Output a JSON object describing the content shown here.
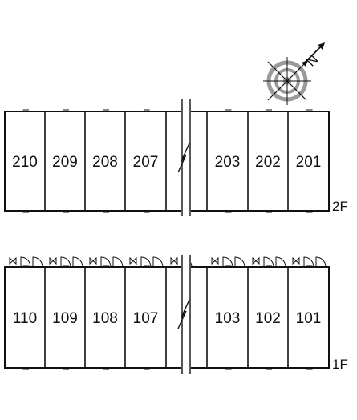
{
  "floors": [
    {
      "label": "2F",
      "units": [
        "210",
        "209",
        "208",
        "207",
        "203",
        "202",
        "201"
      ]
    },
    {
      "label": "1F",
      "units": [
        "110",
        "109",
        "108",
        "107",
        "103",
        "102",
        "101"
      ]
    }
  ],
  "compass": {
    "north_label": "N",
    "icon": "compass-rose-icon",
    "direction": "north-east"
  },
  "colors": {
    "line": "#111111",
    "compass_ring": "#9a9a9a",
    "background": "#ffffff"
  }
}
